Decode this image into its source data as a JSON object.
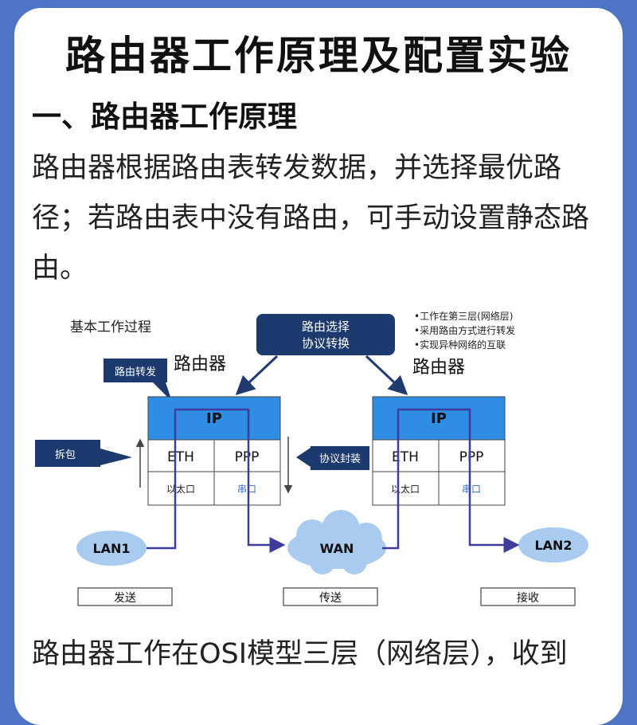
{
  "title": "路由器工作原理及配置实验",
  "section_heading": "一、路由器工作原理",
  "intro_text": "路由器根据路由表转发数据，并选择最优路径；若路由表中没有路由，可手动设置静态路由。",
  "diagram": {
    "process_label": "基本工作过程",
    "top_box_lines": [
      "路由选择",
      "协议转换"
    ],
    "notes": [
      "•工作在第三层(网络层)",
      "•采用路由方式进行转发",
      "•实现异种网络的互联"
    ],
    "router_label": "路由器",
    "tag_forward": "路由转发",
    "tag_unpack": "拆包",
    "tag_encap": "协议封装",
    "ip": "IP",
    "eth": "ETH",
    "ppp": "PPP",
    "eth_port": "以太口",
    "serial_port": "串口",
    "lan1": "LAN1",
    "wan": "WAN",
    "lan2": "LAN2",
    "send": "发送",
    "transfer": "传送",
    "receive": "接收"
  },
  "bottom_text": "路由器工作在OSI模型三层（网络层），收到"
}
